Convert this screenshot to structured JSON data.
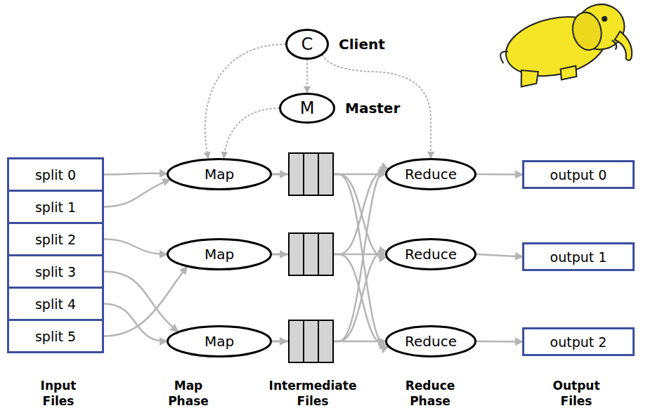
{
  "diagram": {
    "nodes": [
      {
        "text": [
          "C",
          "Client"
        ]
      },
      {
        "text": [
          "M",
          "Master"
        ]
      },
      {
        "text": [
          "split 0"
        ]
      },
      {
        "text": [
          "split 1"
        ]
      },
      {
        "text": [
          "split 2"
        ]
      },
      {
        "text": [
          "split 3"
        ]
      },
      {
        "text": [
          "split 4"
        ]
      },
      {
        "text": [
          "split 5"
        ]
      },
      {
        "text": [
          "Map"
        ]
      },
      {
        "text": [
          "Map"
        ]
      },
      {
        "text": [
          "Map"
        ]
      },
      {
        "text": [
          "Reduce"
        ]
      },
      {
        "text": [
          "Reduce"
        ]
      },
      {
        "text": [
          "Reduce"
        ]
      },
      {
        "text": [
          "output 0"
        ]
      },
      {
        "text": [
          "output 1"
        ]
      },
      {
        "text": [
          "output 2"
        ]
      }
    ],
    "edges": [
      {
        "from": 2,
        "to": 8,
        "arrow": "to"
      },
      {
        "from": 3,
        "to": 8,
        "arrow": "to"
      },
      {
        "from": 4,
        "to": 9,
        "arrow": "to"
      },
      {
        "from": 5,
        "to": 10,
        "arrow": "to"
      },
      {
        "from": 6,
        "to": 10,
        "arrow": "to"
      },
      {
        "from": 7,
        "to": 9,
        "arrow": "to"
      },
      {
        "from": 0,
        "to": 8,
        "arrow": "to"
      },
      {
        "from": 0,
        "to": 1,
        "arrow": "to"
      },
      {
        "from": 1,
        "to": 8,
        "arrow": "to"
      },
      {
        "from": 0,
        "to": 11,
        "arrow": "to"
      },
      {
        "from": 8,
        "to": 11,
        "arrow": "to"
      },
      {
        "from": 8,
        "to": 12,
        "arrow": "to"
      },
      {
        "from": 8,
        "to": 13,
        "arrow": "to"
      },
      {
        "from": 9,
        "to": 11,
        "arrow": "to"
      },
      {
        "from": 9,
        "to": 12,
        "arrow": "to"
      },
      {
        "from": 9,
        "to": 13,
        "arrow": "to"
      },
      {
        "from": 10,
        "to": 11,
        "arrow": "to"
      },
      {
        "from": 10,
        "to": 12,
        "arrow": "to"
      },
      {
        "from": 10,
        "to": 13,
        "arrow": "to"
      },
      {
        "from": 11,
        "to": 14,
        "arrow": "to"
      },
      {
        "from": 12,
        "to": 15,
        "arrow": "to"
      },
      {
        "from": 13,
        "to": 16,
        "arrow": "to"
      }
    ],
    "labels": [
      "Input Files",
      "Map Phase",
      "Intermediate Files",
      "Reduce Phase",
      "Output Files"
    ]
  }
}
